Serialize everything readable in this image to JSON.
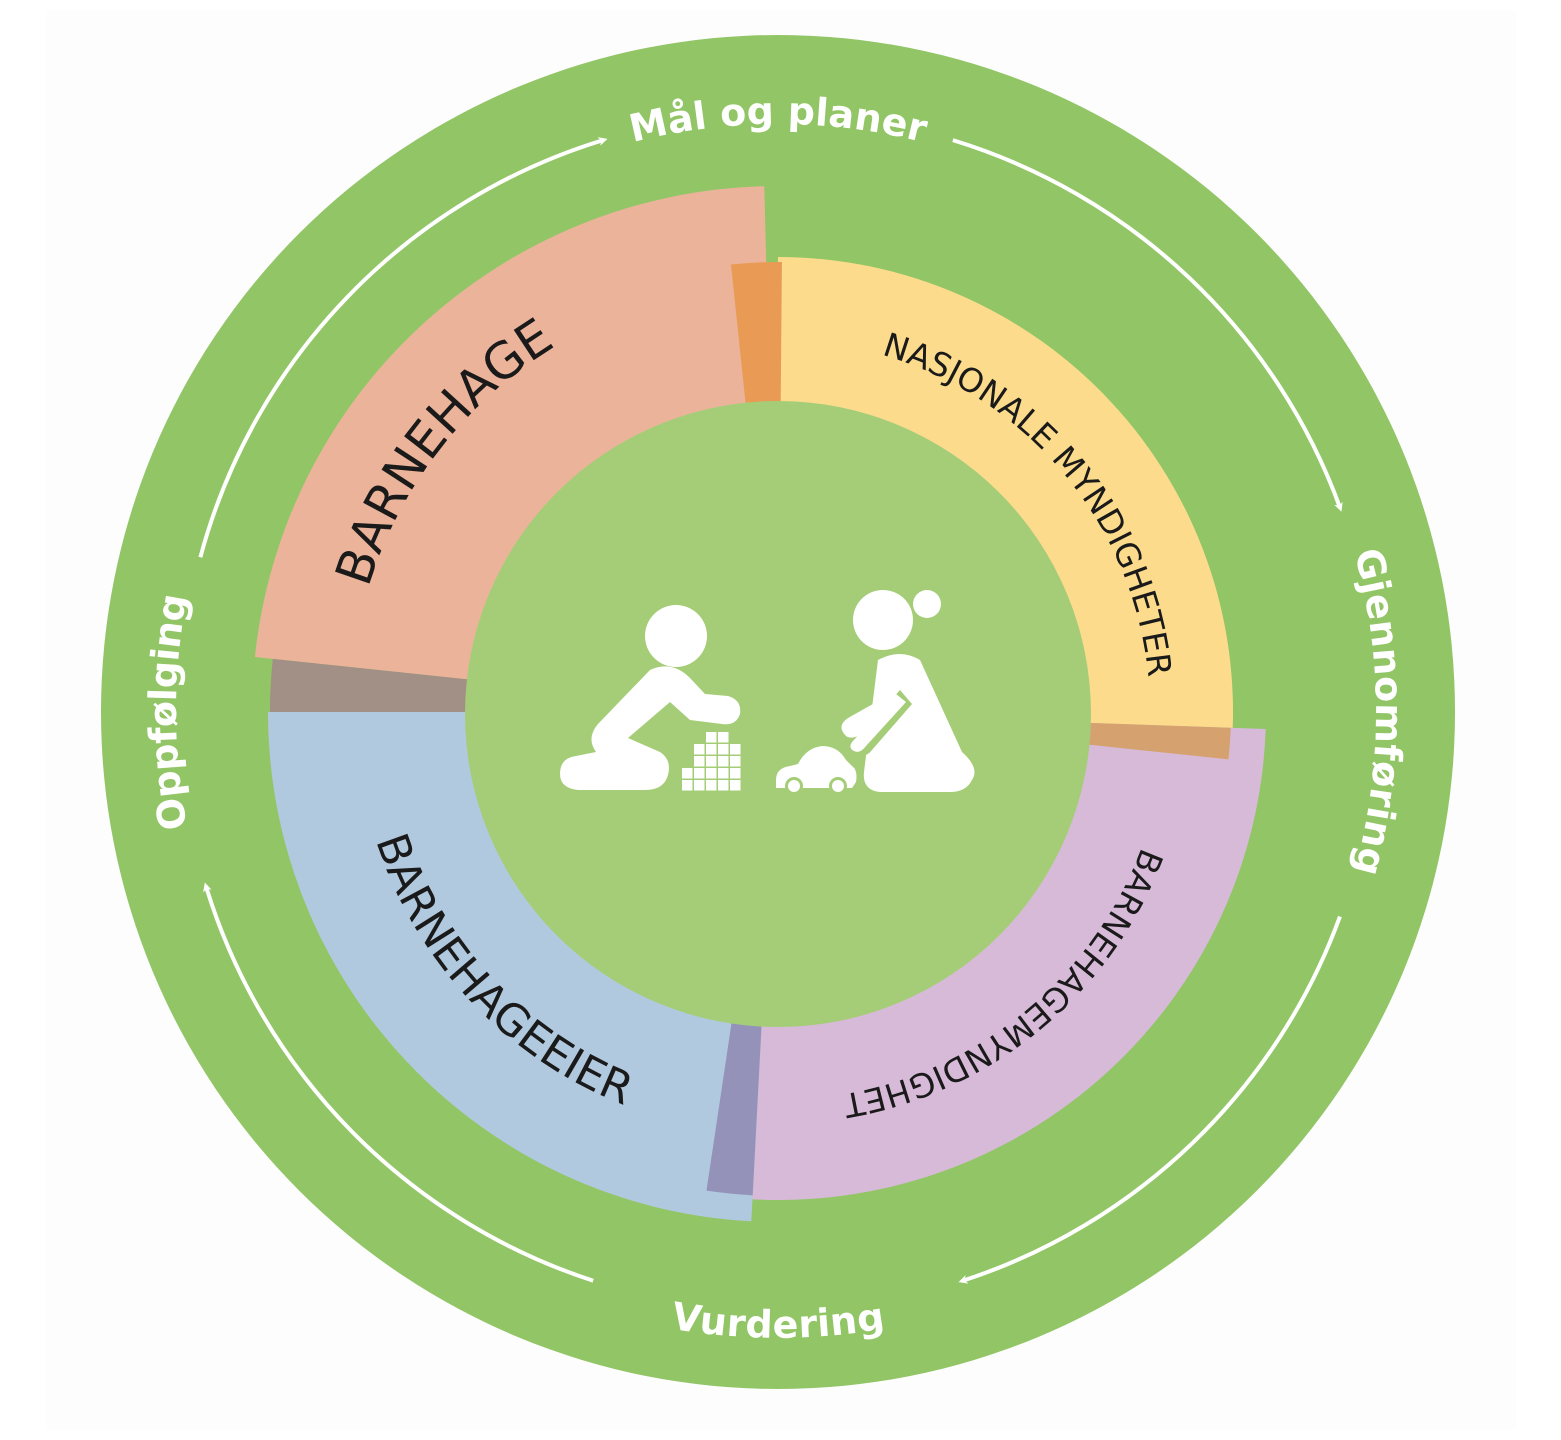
{
  "title": "Barnehage styringssirkel",
  "colors": {
    "outer_ring": "#92c566",
    "inner_circle": "#a5cd78",
    "arrows": "#ffffff",
    "barnehage": "#ebb49a",
    "nasjonale_myndigheter": "#fcdc8c",
    "barnehagemyndighet": "#d6bad8",
    "barnehageeier": "#b1c9df",
    "overlap_barnehage_nasjonale": "#e99b55",
    "overlap_nasjonale_myndighet": "#d5a26f",
    "overlap_myndighet_eier": "#9592b9",
    "overlap_eier_barnehage": "#a28f85",
    "label_text": "#1a1a1a"
  },
  "cycle": {
    "direction": "clockwise",
    "stages": [
      {
        "id": "maal",
        "label": "Mål og planer",
        "position": "top"
      },
      {
        "id": "gjennomforing",
        "label": "Gjennomføring",
        "position": "right"
      },
      {
        "id": "vurdering",
        "label": "Vurdering",
        "position": "bottom"
      },
      {
        "id": "oppfolging",
        "label": "Oppfølging",
        "position": "left"
      }
    ]
  },
  "segments": [
    {
      "id": "barnehage",
      "label": "BARNEHAGE",
      "quadrant": "top-left"
    },
    {
      "id": "nasjonale",
      "label": "NASJONALE MYNDIGHETER",
      "quadrant": "top-right"
    },
    {
      "id": "myndighet",
      "label": "BARNEHAGEMYNDIGHET",
      "quadrant": "bottom-right"
    },
    {
      "id": "eier",
      "label": "BARNEHAGEEIER",
      "quadrant": "bottom-left"
    }
  ],
  "center": {
    "icon": "children-playing-icon",
    "figures": [
      "boy-building-blocks",
      "girl-playing-with-toy-car"
    ]
  }
}
